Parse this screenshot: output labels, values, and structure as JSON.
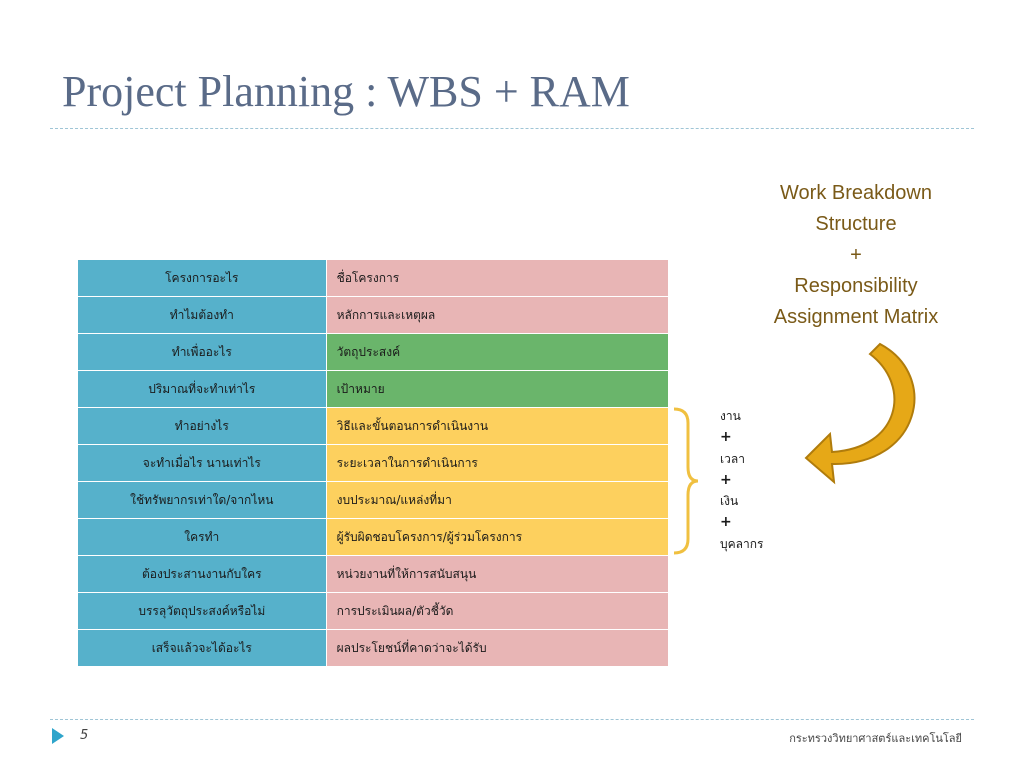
{
  "slide": {
    "title": "Project Planning : WBS + RAM",
    "page_number": "5",
    "organization": "กระทรวงวิทยาศาสตร์และเทคโนโลยี"
  },
  "side_note": {
    "line1": "Work Breakdown",
    "line2": "Structure",
    "plus": "+",
    "line3": "Responsibility",
    "line4": "Assignment Matrix"
  },
  "table": {
    "rows": [
      {
        "question": "โครงการอะไร",
        "answer": "ชื่อโครงการ",
        "color": "pink"
      },
      {
        "question": "ทำไมต้องทำ",
        "answer": "หลักการและเหตุผล",
        "color": "pink"
      },
      {
        "question": "ทำเพื่ออะไร",
        "answer": "วัตถุประสงค์",
        "color": "green"
      },
      {
        "question": "ปริมาณที่จะทำเท่าไร",
        "answer": "เป้าหมาย",
        "color": "green"
      },
      {
        "question": "ทำอย่างไร",
        "answer": "วิธีและขั้นตอนการดำเนินงาน",
        "color": "yellow"
      },
      {
        "question": "จะทำเมื่อไร นานเท่าไร",
        "answer": "ระยะเวลาในการดำเนินการ",
        "color": "yellow"
      },
      {
        "question": "ใช้ทรัพยากรเท่าใด/จากไหน",
        "answer": "งบประมาณ/แหล่งที่มา",
        "color": "yellow"
      },
      {
        "question": "ใครทำ",
        "answer": "ผู้รับผิดชอบโครงการ/ผู้ร่วมโครงการ",
        "color": "yellow"
      },
      {
        "question": "ต้องประสานงานกับใคร",
        "answer": "หน่วยงานที่ให้การสนับสนุน",
        "color": "pink"
      },
      {
        "question": "บรรลุวัตถุประสงค์หรือไม่",
        "answer": "การประเมินผล/ตัวชี้วัด",
        "color": "pink"
      },
      {
        "question": "เสร็จแล้วจะได้อะไร",
        "answer": "ผลประโยชน์ที่คาดว่าจะได้รับ",
        "color": "pink"
      }
    ]
  },
  "resources": {
    "items": [
      "งาน",
      "+",
      "เวลา",
      "+",
      "เงิน",
      "+",
      "บุคลากร"
    ]
  },
  "colors": {
    "question_bg": "#56b1cb",
    "pink": "#e8b5b5",
    "green": "#6ab56b",
    "yellow": "#fdd05e",
    "title": "#5a6b88",
    "note": "#7a5a18",
    "arrow": "#e6a817"
  },
  "icons": {
    "curved_arrow": "curved-arrow-icon",
    "brace": "right-brace-icon",
    "footer_bullet": "triangle-bullet-icon"
  }
}
